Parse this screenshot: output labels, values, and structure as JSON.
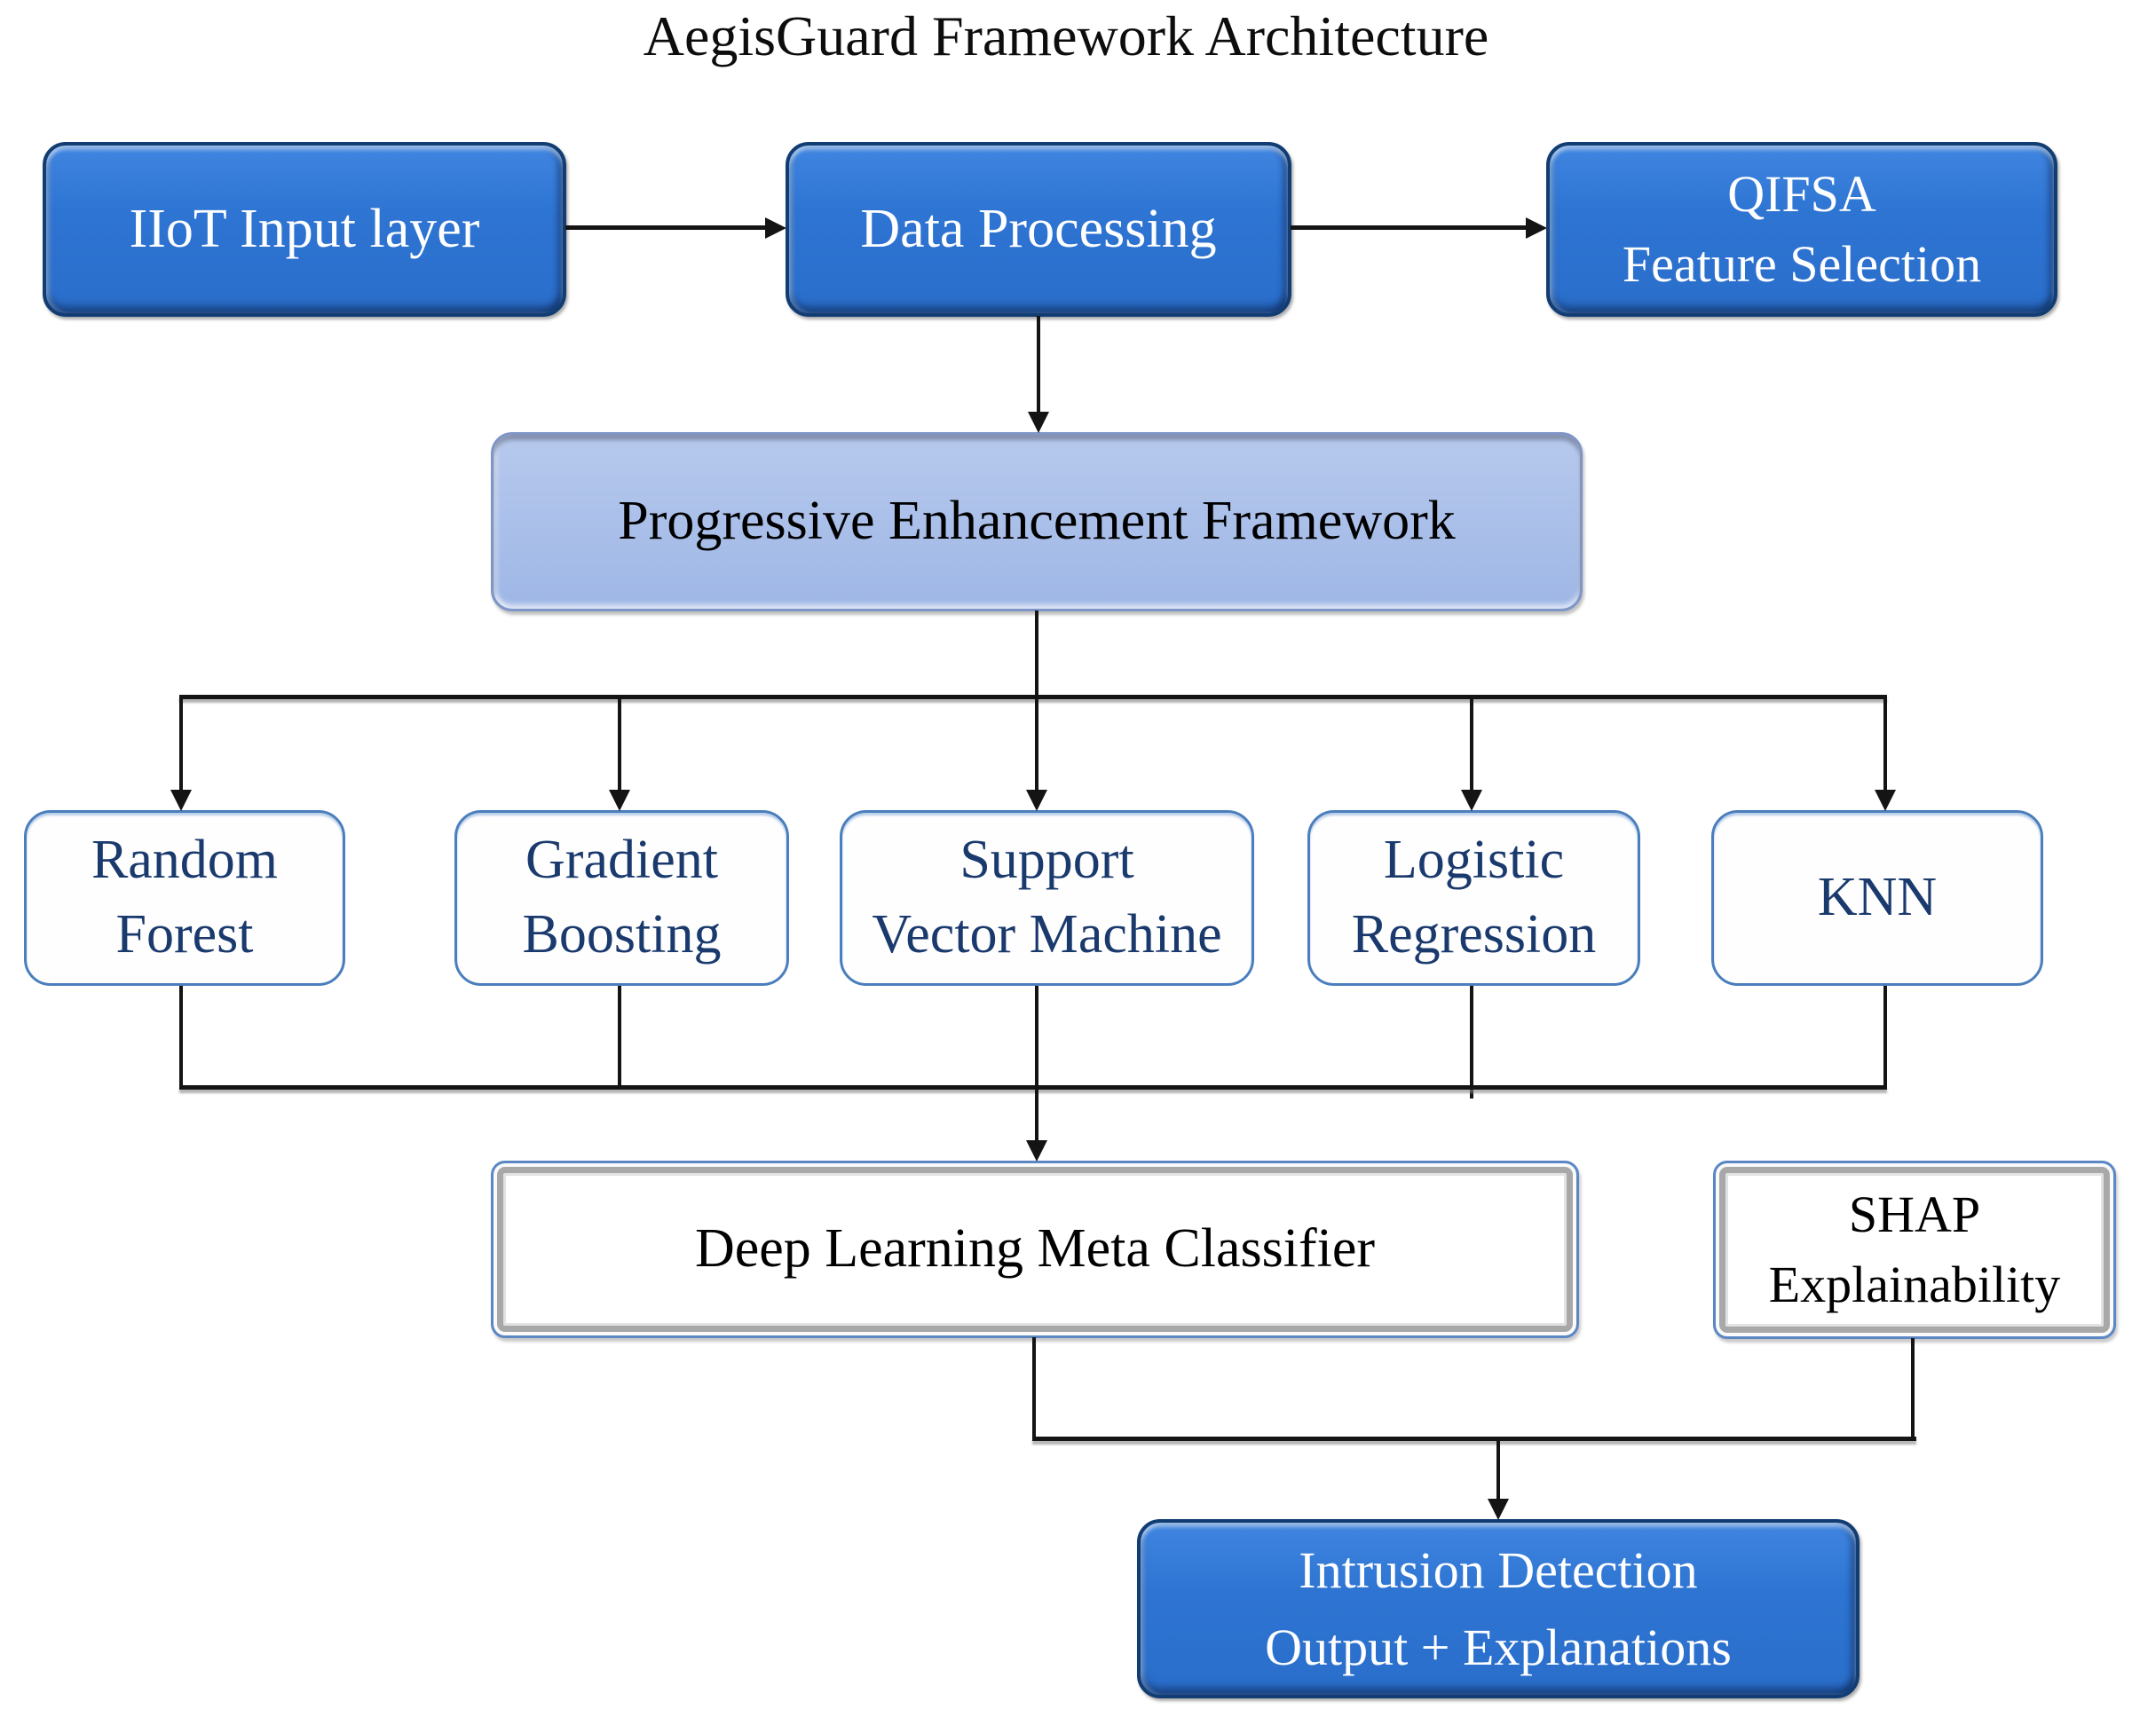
{
  "title": "AegisGuard Framework Architecture",
  "nodes": {
    "iiot": {
      "label": "IIoT Input layer"
    },
    "data_processing": {
      "label": "Data Processing"
    },
    "qifsa": {
      "label": "QIFSA\nFeature Selection"
    },
    "framework": {
      "label": "Progressive Enhancement Framework"
    },
    "random_forest": {
      "label": "Random\nForest"
    },
    "gradient_boosting": {
      "label": "Gradient\nBoosting"
    },
    "svm": {
      "label": "Support\nVector Machine"
    },
    "logistic_regression": {
      "label": "Logistic\nRegression"
    },
    "knn": {
      "label": "KNN"
    },
    "meta_classifier": {
      "label": "Deep Learning Meta Classifier"
    },
    "shap": {
      "label": "SHAP\nExplainability"
    },
    "output": {
      "label": "Intrusion Detection\nOutput + Explanations"
    }
  },
  "edges": [
    {
      "from": "iiot",
      "to": "data_processing"
    },
    {
      "from": "data_processing",
      "to": "qifsa"
    },
    {
      "from": "data_processing",
      "to": "framework"
    },
    {
      "from": "framework",
      "to": "random_forest"
    },
    {
      "from": "framework",
      "to": "gradient_boosting"
    },
    {
      "from": "framework",
      "to": "svm"
    },
    {
      "from": "framework",
      "to": "logistic_regression"
    },
    {
      "from": "framework",
      "to": "knn"
    },
    {
      "from": "random_forest",
      "to": "meta_classifier"
    },
    {
      "from": "gradient_boosting",
      "to": "meta_classifier"
    },
    {
      "from": "svm",
      "to": "meta_classifier"
    },
    {
      "from": "logistic_regression",
      "to": "meta_classifier"
    },
    {
      "from": "knn",
      "to": "meta_classifier"
    },
    {
      "from": "meta_classifier",
      "to": "output"
    },
    {
      "from": "shap",
      "to": "output"
    }
  ],
  "colors": {
    "box_blue": "#2e74d2",
    "box_blue_border": "#123d73",
    "light_blue": "#a9bfe9",
    "cls_border": "#4a7ebc",
    "cls_text": "#1a3a6e",
    "edge": "#141414"
  }
}
